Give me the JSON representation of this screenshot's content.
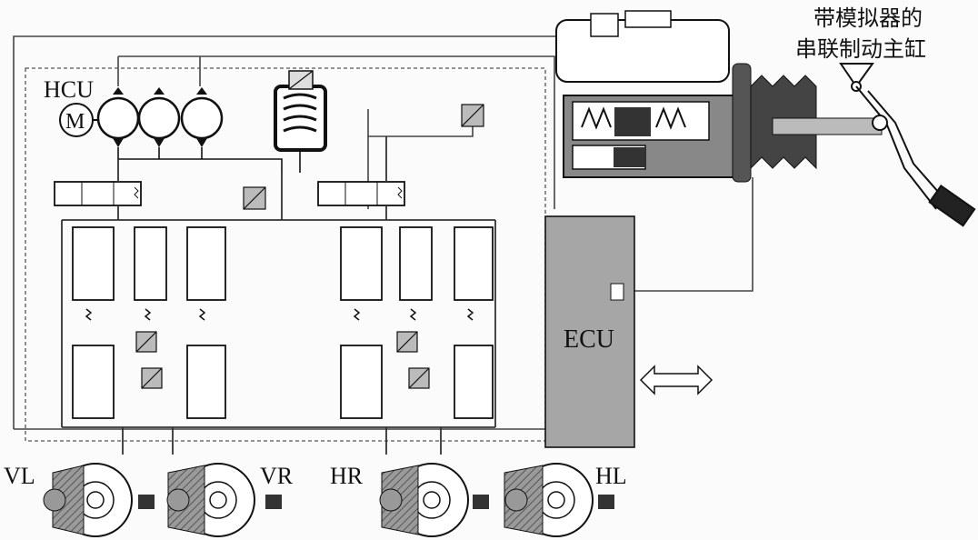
{
  "labels": {
    "hcu": "HCU",
    "motor": "M",
    "ecu": "ECU",
    "master_cylinder_line1": "带模拟器的",
    "master_cylinder_line2": "串联制动主缸"
  },
  "wheels": [
    {
      "label": "VL"
    },
    {
      "label": "VR"
    },
    {
      "label": "HR"
    },
    {
      "label": "HL"
    }
  ]
}
